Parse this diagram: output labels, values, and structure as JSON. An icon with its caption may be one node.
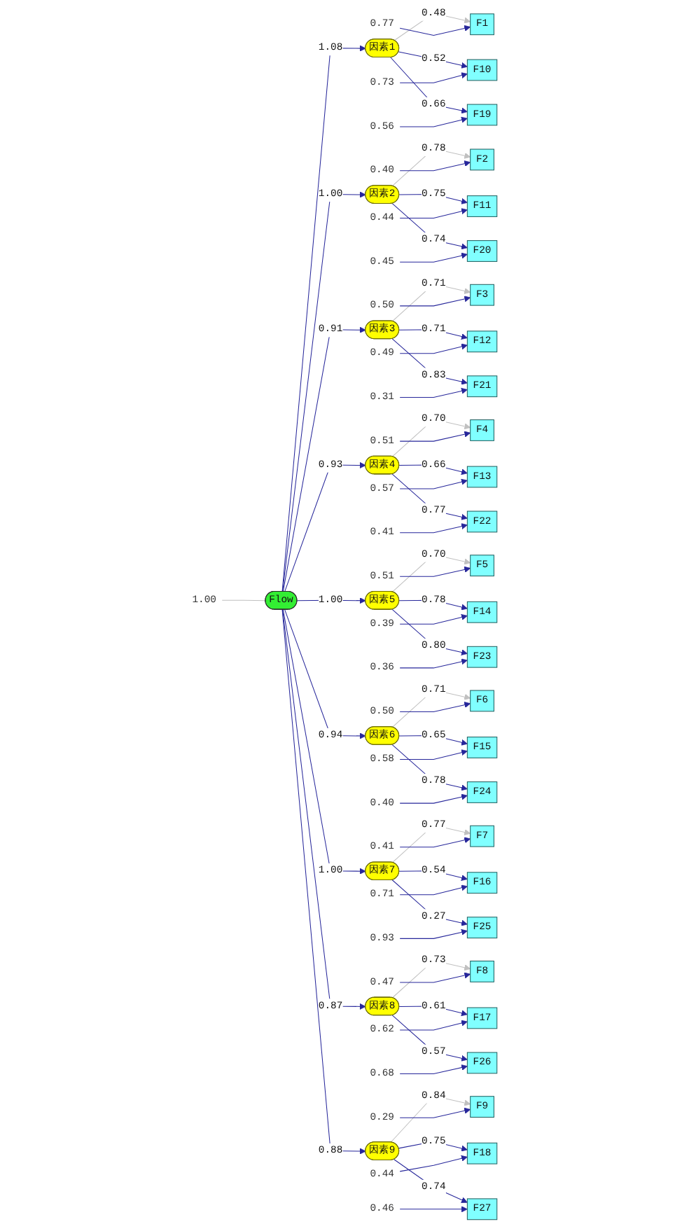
{
  "diagram": {
    "nodes": [
      {
        "text": [
          "1.00"
        ]
      },
      {
        "text": [
          "Flow"
        ]
      },
      {
        "text": [
          "因素1"
        ]
      },
      {
        "text": [
          "因素2"
        ]
      },
      {
        "text": [
          "因素3"
        ]
      },
      {
        "text": [
          "因素4"
        ]
      },
      {
        "text": [
          "因素5"
        ]
      },
      {
        "text": [
          "因素6"
        ]
      },
      {
        "text": [
          "因素7"
        ]
      },
      {
        "text": [
          "因素8"
        ]
      },
      {
        "text": [
          "因素9"
        ]
      },
      {
        "text": [
          "F1"
        ]
      },
      {
        "text": [
          "F2"
        ]
      },
      {
        "text": [
          "F3"
        ]
      },
      {
        "text": [
          "F4"
        ]
      },
      {
        "text": [
          "F5"
        ]
      },
      {
        "text": [
          "F6"
        ]
      },
      {
        "text": [
          "F7"
        ]
      },
      {
        "text": [
          "F8"
        ]
      },
      {
        "text": [
          "F9"
        ]
      },
      {
        "text": [
          "F10"
        ]
      },
      {
        "text": [
          "F11"
        ]
      },
      {
        "text": [
          "F12"
        ]
      },
      {
        "text": [
          "F13"
        ]
      },
      {
        "text": [
          "F14"
        ]
      },
      {
        "text": [
          "F15"
        ]
      },
      {
        "text": [
          "F16"
        ]
      },
      {
        "text": [
          "F17"
        ]
      },
      {
        "text": [
          "F18"
        ]
      },
      {
        "text": [
          "F19"
        ]
      },
      {
        "text": [
          "F20"
        ]
      },
      {
        "text": [
          "F21"
        ]
      },
      {
        "text": [
          "F22"
        ]
      },
      {
        "text": [
          "F23"
        ]
      },
      {
        "text": [
          "F24"
        ]
      },
      {
        "text": [
          "F25"
        ]
      },
      {
        "text": [
          "F26"
        ]
      },
      {
        "text": [
          "F27"
        ]
      },
      {
        "text": [
          "0.77"
        ]
      },
      {
        "text": [
          "0.40"
        ]
      },
      {
        "text": [
          "0.50"
        ]
      },
      {
        "text": [
          "0.51"
        ]
      },
      {
        "text": [
          "0.51"
        ]
      },
      {
        "text": [
          "0.50"
        ]
      },
      {
        "text": [
          "0.41"
        ]
      },
      {
        "text": [
          "0.47"
        ]
      },
      {
        "text": [
          "0.29"
        ]
      },
      {
        "text": [
          "0.73"
        ]
      },
      {
        "text": [
          "0.44"
        ]
      },
      {
        "text": [
          "0.49"
        ]
      },
      {
        "text": [
          "0.57"
        ]
      },
      {
        "text": [
          "0.39"
        ]
      },
      {
        "text": [
          "0.58"
        ]
      },
      {
        "text": [
          "0.71"
        ]
      },
      {
        "text": [
          "0.62"
        ]
      },
      {
        "text": [
          "0.44"
        ]
      },
      {
        "text": [
          "0.56"
        ]
      },
      {
        "text": [
          "0.45"
        ]
      },
      {
        "text": [
          "0.31"
        ]
      },
      {
        "text": [
          "0.41"
        ]
      },
      {
        "text": [
          "0.36"
        ]
      },
      {
        "text": [
          "0.40"
        ]
      },
      {
        "text": [
          "0.93"
        ]
      },
      {
        "text": [
          "0.68"
        ]
      },
      {
        "text": [
          "0.46"
        ]
      }
    ],
    "edges": [
      {
        "from": 0,
        "to": 1,
        "arrow": "none",
        "color": "#c0c0c0"
      },
      {
        "from": 1,
        "to": 2,
        "arrow": "to",
        "label": "1.08"
      },
      {
        "from": 1,
        "to": 3,
        "arrow": "to",
        "label": "1.00"
      },
      {
        "from": 1,
        "to": 4,
        "arrow": "to",
        "label": "0.91"
      },
      {
        "from": 1,
        "to": 5,
        "arrow": "to",
        "label": "0.93"
      },
      {
        "from": 1,
        "to": 6,
        "arrow": "to",
        "label": "1.00"
      },
      {
        "from": 1,
        "to": 7,
        "arrow": "to",
        "label": "0.94"
      },
      {
        "from": 1,
        "to": 8,
        "arrow": "to",
        "label": "1.00"
      },
      {
        "from": 1,
        "to": 9,
        "arrow": "to",
        "label": "0.87"
      },
      {
        "from": 1,
        "to": 10,
        "arrow": "to",
        "label": "0.88"
      },
      {
        "from": 2,
        "to": 11,
        "arrow": "to",
        "label": "0.48",
        "color": "#c0c0c0"
      },
      {
        "from": 3,
        "to": 12,
        "arrow": "to",
        "label": "0.78",
        "color": "#c0c0c0"
      },
      {
        "from": 4,
        "to": 13,
        "arrow": "to",
        "label": "0.71",
        "color": "#c0c0c0"
      },
      {
        "from": 5,
        "to": 14,
        "arrow": "to",
        "label": "0.70",
        "color": "#c0c0c0"
      },
      {
        "from": 6,
        "to": 15,
        "arrow": "to",
        "label": "0.70",
        "color": "#c0c0c0"
      },
      {
        "from": 7,
        "to": 16,
        "arrow": "to",
        "label": "0.71",
        "color": "#c0c0c0"
      },
      {
        "from": 8,
        "to": 17,
        "arrow": "to",
        "label": "0.77",
        "color": "#c0c0c0"
      },
      {
        "from": 9,
        "to": 18,
        "arrow": "to",
        "label": "0.73",
        "color": "#c0c0c0"
      },
      {
        "from": 10,
        "to": 19,
        "arrow": "to",
        "label": "0.84",
        "color": "#c0c0c0"
      },
      {
        "from": 2,
        "to": 20,
        "arrow": "to",
        "label": "0.52"
      },
      {
        "from": 3,
        "to": 21,
        "arrow": "to",
        "label": "0.75"
      },
      {
        "from": 4,
        "to": 22,
        "arrow": "to",
        "label": "0.71"
      },
      {
        "from": 5,
        "to": 23,
        "arrow": "to",
        "label": "0.66"
      },
      {
        "from": 6,
        "to": 24,
        "arrow": "to",
        "label": "0.78"
      },
      {
        "from": 7,
        "to": 25,
        "arrow": "to",
        "label": "0.65"
      },
      {
        "from": 8,
        "to": 26,
        "arrow": "to",
        "label": "0.54"
      },
      {
        "from": 9,
        "to": 27,
        "arrow": "to",
        "label": "0.61"
      },
      {
        "from": 10,
        "to": 28,
        "arrow": "to",
        "label": "0.75"
      },
      {
        "from": 2,
        "to": 29,
        "arrow": "to",
        "label": "0.66"
      },
      {
        "from": 3,
        "to": 30,
        "arrow": "to",
        "label": "0.74"
      },
      {
        "from": 4,
        "to": 31,
        "arrow": "to",
        "label": "0.83"
      },
      {
        "from": 5,
        "to": 32,
        "arrow": "to",
        "label": "0.77"
      },
      {
        "from": 6,
        "to": 33,
        "arrow": "to",
        "label": "0.80"
      },
      {
        "from": 7,
        "to": 34,
        "arrow": "to",
        "label": "0.78"
      },
      {
        "from": 8,
        "to": 35,
        "arrow": "to",
        "label": "0.27"
      },
      {
        "from": 9,
        "to": 36,
        "arrow": "to",
        "label": "0.57"
      },
      {
        "from": 10,
        "to": 37,
        "arrow": "to",
        "label": "0.74"
      },
      {
        "from": 38,
        "to": 11,
        "arrow": "to"
      },
      {
        "from": 39,
        "to": 12,
        "arrow": "to"
      },
      {
        "from": 40,
        "to": 13,
        "arrow": "to"
      },
      {
        "from": 41,
        "to": 14,
        "arrow": "to"
      },
      {
        "from": 42,
        "to": 15,
        "arrow": "to"
      },
      {
        "from": 43,
        "to": 16,
        "arrow": "to"
      },
      {
        "from": 44,
        "to": 17,
        "arrow": "to"
      },
      {
        "from": 45,
        "to": 18,
        "arrow": "to"
      },
      {
        "from": 46,
        "to": 19,
        "arrow": "to"
      },
      {
        "from": 47,
        "to": 20,
        "arrow": "to"
      },
      {
        "from": 48,
        "to": 21,
        "arrow": "to"
      },
      {
        "from": 49,
        "to": 22,
        "arrow": "to"
      },
      {
        "from": 50,
        "to": 23,
        "arrow": "to"
      },
      {
        "from": 51,
        "to": 24,
        "arrow": "to"
      },
      {
        "from": 52,
        "to": 25,
        "arrow": "to"
      },
      {
        "from": 53,
        "to": 26,
        "arrow": "to"
      },
      {
        "from": 54,
        "to": 27,
        "arrow": "to"
      },
      {
        "from": 55,
        "to": 28,
        "arrow": "to"
      },
      {
        "from": 56,
        "to": 29,
        "arrow": "to"
      },
      {
        "from": 57,
        "to": 30,
        "arrow": "to"
      },
      {
        "from": 58,
        "to": 31,
        "arrow": "to"
      },
      {
        "from": 59,
        "to": 32,
        "arrow": "to"
      },
      {
        "from": 60,
        "to": 33,
        "arrow": "to"
      },
      {
        "from": 61,
        "to": 34,
        "arrow": "to"
      },
      {
        "from": 62,
        "to": 35,
        "arrow": "to"
      },
      {
        "from": 63,
        "to": 36,
        "arrow": "to"
      },
      {
        "from": 64,
        "to": 37,
        "arrow": "to"
      }
    ]
  }
}
